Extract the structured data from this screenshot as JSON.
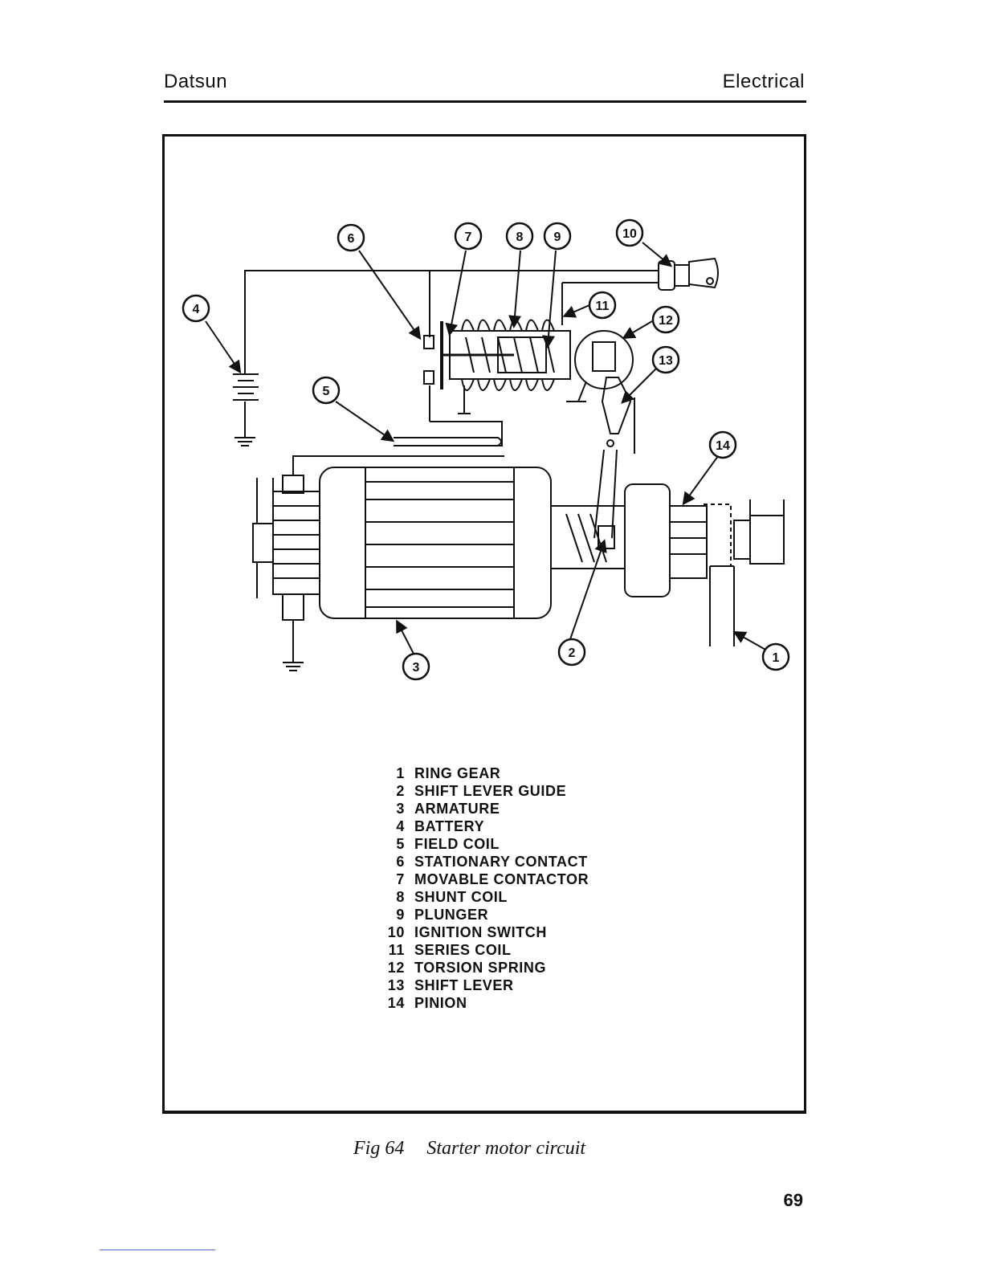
{
  "header": {
    "left": "Datsun",
    "right": "Electrical"
  },
  "figure": {
    "callouts": [
      "1",
      "2",
      "3",
      "4",
      "5",
      "6",
      "7",
      "8",
      "9",
      "10",
      "11",
      "12",
      "13",
      "14"
    ],
    "legend": [
      {
        "num": "1",
        "label": "RING GEAR"
      },
      {
        "num": "2",
        "label": "SHIFT LEVER GUIDE"
      },
      {
        "num": "3",
        "label": "ARMATURE"
      },
      {
        "num": "4",
        "label": "BATTERY"
      },
      {
        "num": "5",
        "label": "FIELD COIL"
      },
      {
        "num": "6",
        "label": "STATIONARY CONTACT"
      },
      {
        "num": "7",
        "label": "MOVABLE CONTACTOR"
      },
      {
        "num": "8",
        "label": "SHUNT COIL"
      },
      {
        "num": "9",
        "label": "PLUNGER"
      },
      {
        "num": "10",
        "label": "IGNITION SWITCH"
      },
      {
        "num": "11",
        "label": "SERIES COIL"
      },
      {
        "num": "12",
        "label": "TORSION SPRING"
      },
      {
        "num": "13",
        "label": "SHIFT LEVER"
      },
      {
        "num": "14",
        "label": "PINION"
      }
    ]
  },
  "caption": {
    "fig": "Fig",
    "number": "64",
    "title": "Starter motor circuit"
  },
  "page_number": "69"
}
